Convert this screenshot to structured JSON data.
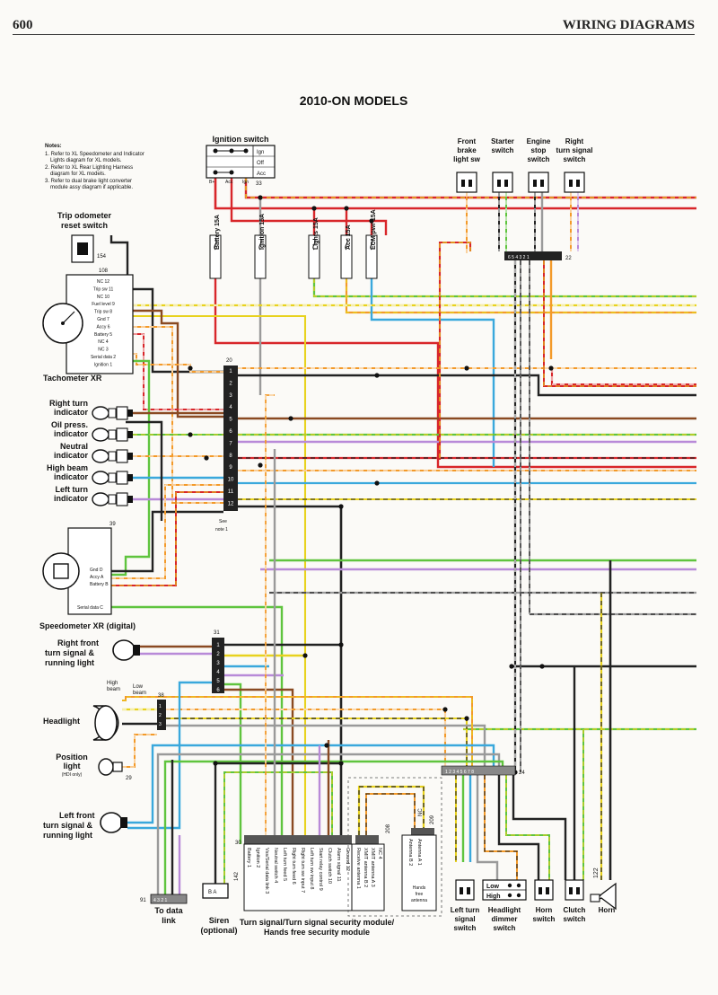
{
  "header": {
    "page_number": "600",
    "section_title": "WIRING DIAGRAMS"
  },
  "diagram": {
    "title": "2010-ON MODELS"
  },
  "notes": {
    "heading": "Notes:",
    "items": [
      "1. Refer to XL Speedometer and Indicator",
      "Lights diagram for XL models.",
      "2. Refer to XL Rear Lighting Harness",
      "diagram for XL models.",
      "3. Refer to dual brake light converter",
      "module assy diagram if applicable."
    ]
  },
  "colors": {
    "red": "#d8262a",
    "black": "#222222",
    "orange": "#f39a2a",
    "yellow": "#e8d21e",
    "green": "#5fc43e",
    "blue": "#3aa8dc",
    "violet": "#b88ad8",
    "brown": "#8a4a22",
    "gray": "#9a9a9a",
    "white": "#ffffff",
    "pink": "#e9a0b8"
  },
  "components": {
    "ignition_switch": {
      "label": "Ignition switch",
      "positions": [
        "Ign",
        "Off",
        "Acc"
      ],
      "terminals": [
        "B+",
        "Acc",
        "Ign"
      ],
      "connector": "33"
    },
    "fuses": [
      {
        "label": "Battery 15A"
      },
      {
        "label": "Ignition 15A"
      },
      {
        "label": "Lights 15A"
      },
      {
        "label": "Acc 15A"
      },
      {
        "label": "ECM pwr 15A"
      }
    ],
    "top_switches": [
      {
        "label_lines": [
          "Front",
          "brake",
          "light sw"
        ]
      },
      {
        "label_lines": [
          "Starter",
          "switch"
        ]
      },
      {
        "label_lines": [
          "Engine",
          "stop",
          "switch"
        ]
      },
      {
        "label_lines": [
          "Right",
          "turn signal",
          "switch"
        ]
      }
    ],
    "trip_odometer": {
      "label_lines": [
        "Trip odometer",
        "reset switch"
      ],
      "connector": "154"
    },
    "tachometer": {
      "label": "Tachometer XR",
      "connector": "108",
      "pins": [
        "NC 12",
        "Trip sw 11",
        "NC 10",
        "Fuel level 9",
        "Trip sw 8",
        "Gnd 7",
        "Accy 6",
        "Battery 5",
        "NC 4",
        "NC 3",
        "Serial data 2",
        "Ignition 1"
      ]
    },
    "indicators": [
      {
        "label_lines": [
          "Right turn",
          "indicator"
        ]
      },
      {
        "label_lines": [
          "Oil press.",
          "indicator"
        ]
      },
      {
        "label_lines": [
          "Neutral",
          "indicator"
        ]
      },
      {
        "label_lines": [
          "High beam",
          "indicator"
        ]
      },
      {
        "label_lines": [
          "Left turn",
          "indicator"
        ]
      }
    ],
    "speedometer": {
      "label": "Speedometer XR (digital)",
      "connector": "39",
      "pins": [
        "Gnd D",
        "Accy A",
        "Battery B",
        "Serial data C"
      ]
    },
    "right_front_turn": {
      "label_lines": [
        "Right front",
        "turn signal &",
        "running light"
      ]
    },
    "headlight": {
      "label": "Headlight",
      "high_lines": [
        "High",
        "beam"
      ],
      "low_lines": [
        "Low",
        "beam"
      ]
    },
    "position_light": {
      "label_lines": [
        "Position",
        "light"
      ],
      "note": "(HDI only)",
      "connector": "29"
    },
    "left_front_turn": {
      "label_lines": [
        "Left front",
        "turn signal &",
        "running light"
      ]
    },
    "data_link": {
      "label_lines": [
        "To data",
        "link"
      ],
      "connector": "91",
      "pins": "4 3 2 1"
    },
    "siren": {
      "label": "Siren",
      "note": "(optional)",
      "pins": "B A",
      "connector": "142"
    },
    "tssm": {
      "connector": "30",
      "connector_b": "208",
      "pins": [
        "Battery 1",
        "Ignition 2",
        "Vss/Serial data link 3",
        "Neutral switch 4",
        "Left turn feed 5",
        "Right turn feed 6",
        "Right turn sw input 7",
        "Left turn sw input 8",
        "Start relay control 9",
        "Clutch switch 10",
        "Alarm signal 11",
        "Ground 12"
      ],
      "hf_pins": [
        "Receive antenna 1",
        "XMIT antenna B 2",
        "XMIT antenna A 3",
        "NC 4"
      ],
      "label_lines": [
        "Turn signal/Turn signal security module/",
        "Hands free security module"
      ]
    },
    "antenna": {
      "connector": "209",
      "nc_label": "NC",
      "pins": [
        "Antenna B 2",
        "Antenna A 1"
      ],
      "label_lines": [
        "Hands",
        "free",
        "antenna"
      ]
    },
    "bottom_switches": [
      {
        "label_lines": [
          "Left turn",
          "signal",
          "switch"
        ]
      },
      {
        "label_lines": [
          "Headlight",
          "dimmer",
          "switch"
        ],
        "states": [
          "Low",
          "High"
        ]
      },
      {
        "label_lines": [
          "Horn",
          "switch"
        ]
      },
      {
        "label_lines": [
          "Clutch",
          "switch"
        ]
      },
      {
        "label_lines": [
          "Horn"
        ],
        "connector": "122"
      }
    ]
  },
  "connectors": {
    "c20": {
      "number": "20",
      "pins": [
        "1",
        "2",
        "3",
        "4",
        "5",
        "6",
        "7",
        "8",
        "9",
        "10",
        "11",
        "12"
      ],
      "note_lines": [
        "See",
        "note 1"
      ]
    },
    "c22": {
      "number": "22",
      "pins": "6  5  4  3  2  1"
    },
    "c24": {
      "number": "24",
      "pins": "1  2  3  4  5  6  7  8"
    },
    "c31": {
      "number": "31",
      "pins": [
        "1",
        "2",
        "3",
        "4",
        "5",
        "6"
      ]
    },
    "c38": {
      "number": "38",
      "pins": [
        "1",
        "2",
        "3"
      ]
    }
  }
}
